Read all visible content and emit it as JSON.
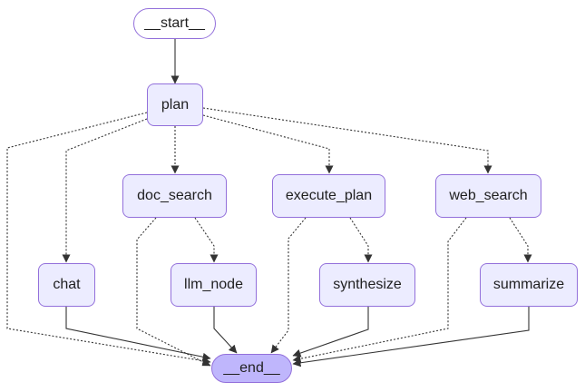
{
  "diagram": {
    "kind": "flow-graph",
    "background": "#ffffff",
    "colors": {
      "node_fill": "#ECECFF",
      "node_border": "#9370DB",
      "start_fill": "#ffffff",
      "end_fill": "#BFB6FC",
      "edge": "#333333",
      "label_text": "#1f1f1f"
    },
    "nodes": [
      {
        "id": "__start__",
        "label": "__start__",
        "shape": "pill"
      },
      {
        "id": "plan",
        "label": "plan",
        "shape": "rect"
      },
      {
        "id": "doc_search",
        "label": "doc_search",
        "shape": "rect"
      },
      {
        "id": "execute_plan",
        "label": "execute_plan",
        "shape": "rect"
      },
      {
        "id": "web_search",
        "label": "web_search",
        "shape": "rect"
      },
      {
        "id": "chat",
        "label": "chat",
        "shape": "rect"
      },
      {
        "id": "llm_node",
        "label": "llm_node",
        "shape": "rect"
      },
      {
        "id": "synthesize",
        "label": "synthesize",
        "shape": "rect"
      },
      {
        "id": "summarize",
        "label": "summarize",
        "shape": "rect"
      },
      {
        "id": "__end__",
        "label": "__end__",
        "shape": "pill"
      }
    ],
    "edges": [
      {
        "from": "__start__",
        "to": "plan",
        "style": "solid"
      },
      {
        "from": "plan",
        "to": "doc_search",
        "style": "dotted"
      },
      {
        "from": "plan",
        "to": "chat",
        "style": "dotted"
      },
      {
        "from": "plan",
        "to": "execute_plan",
        "style": "dotted"
      },
      {
        "from": "plan",
        "to": "web_search",
        "style": "dotted"
      },
      {
        "from": "plan",
        "to": "__end__",
        "style": "dotted"
      },
      {
        "from": "doc_search",
        "to": "llm_node",
        "style": "dotted"
      },
      {
        "from": "doc_search",
        "to": "__end__",
        "style": "dotted"
      },
      {
        "from": "execute_plan",
        "to": "synthesize",
        "style": "dotted"
      },
      {
        "from": "execute_plan",
        "to": "__end__",
        "style": "dotted"
      },
      {
        "from": "web_search",
        "to": "summarize",
        "style": "dotted"
      },
      {
        "from": "web_search",
        "to": "__end__",
        "style": "dotted"
      },
      {
        "from": "chat",
        "to": "__end__",
        "style": "solid"
      },
      {
        "from": "llm_node",
        "to": "__end__",
        "style": "solid"
      },
      {
        "from": "synthesize",
        "to": "__end__",
        "style": "solid"
      },
      {
        "from": "summarize",
        "to": "__end__",
        "style": "solid"
      }
    ]
  }
}
